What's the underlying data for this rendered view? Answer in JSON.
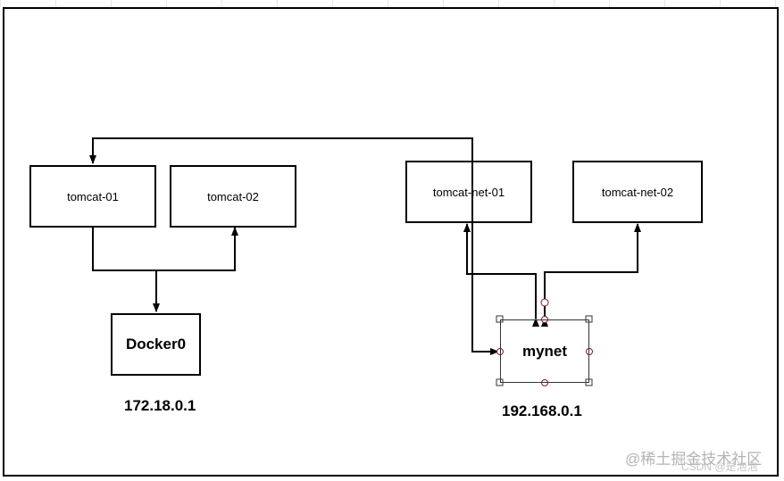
{
  "diagram": {
    "nodes": {
      "tomcat01": "tomcat-01",
      "tomcat02": "tomcat-02",
      "tomcatnet01": "tomcat-net-01",
      "tomcatnet02": "tomcat-net-02",
      "docker0": "Docker0",
      "mynet": "mynet"
    },
    "ips": {
      "docker0_ip": "172.18.0.1",
      "mynet_ip": "192.168.0.1"
    }
  },
  "watermark": {
    "line1": "@稀土掘金技术社区",
    "line2": "CSDN @是泡泡"
  },
  "colors": {
    "line": "#000000",
    "handle": "#8b1a1a"
  }
}
